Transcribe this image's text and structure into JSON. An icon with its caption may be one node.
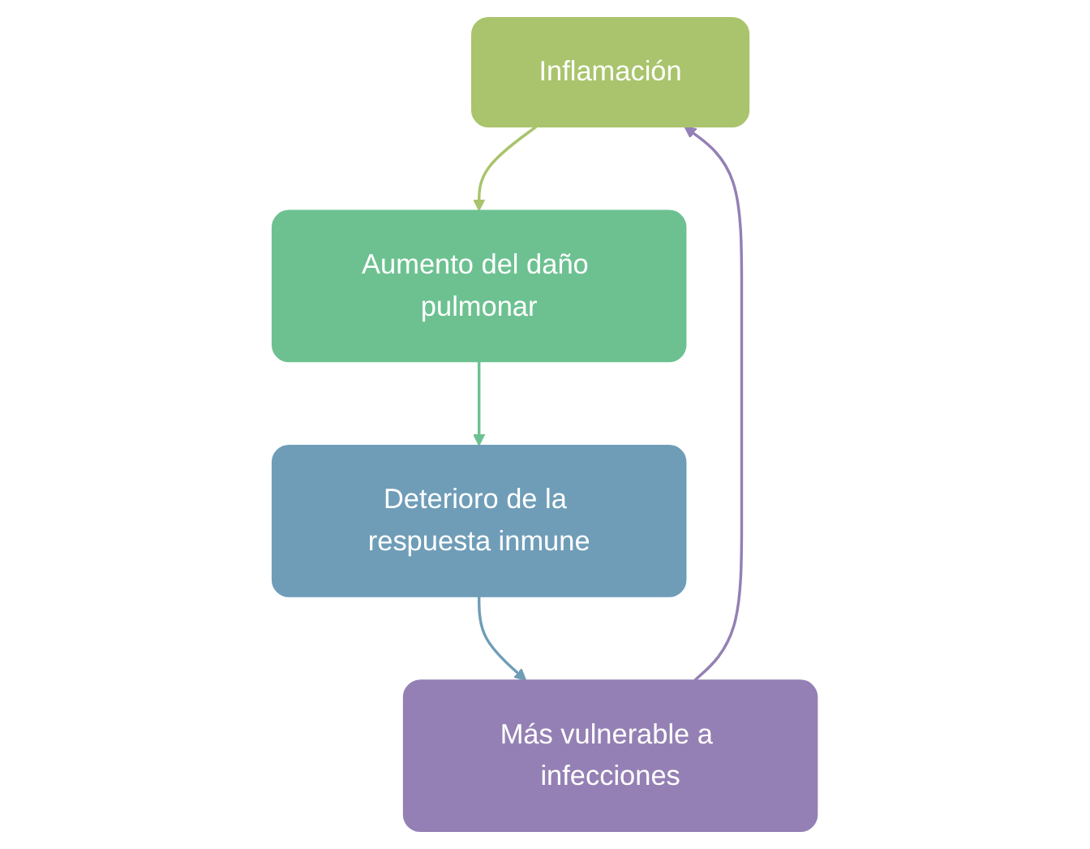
{
  "diagram": {
    "nodes": [
      {
        "text": [
          "Inflamación"
        ]
      },
      {
        "text": [
          "Aumento del daño pulmonar"
        ]
      },
      {
        "text": [
          "Deterioro de la respuesta inmune"
        ]
      },
      {
        "text": [
          "Más vulnerable a infecciones"
        ]
      }
    ],
    "edges": [
      {
        "from": 0,
        "to": 1,
        "arrow": "to",
        "color": "#a9c46c"
      },
      {
        "from": 1,
        "to": 2,
        "arrow": "to",
        "color": "#6dc191"
      },
      {
        "from": 2,
        "to": 3,
        "arrow": "to",
        "color": "#6f9db8"
      },
      {
        "from": 3,
        "to": 0,
        "arrow": "to",
        "color": "#9480b4"
      }
    ]
  }
}
